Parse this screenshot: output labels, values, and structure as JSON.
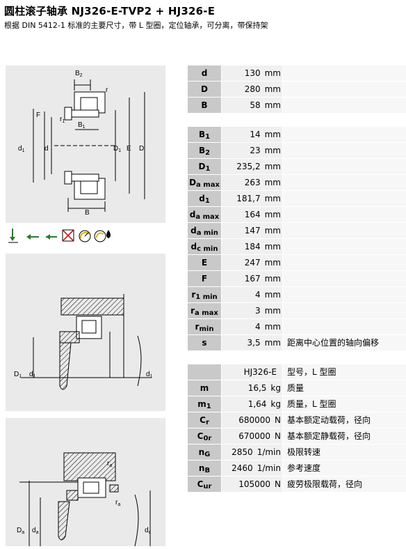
{
  "page": {
    "title": "圆柱滚子轴承 NJ326-E-TVP2 + HJ326-E",
    "subtitle": "根据 DIN 5412-1 标准的主要尺寸，带 L 型圈，定位轴承，可分离，带保持架"
  },
  "figure1": {
    "labels": {
      "B2": "B",
      "B2sub": "2",
      "r": "r",
      "r1": "r",
      "r1sub": "1",
      "B1": "B",
      "B1sub": "1",
      "F": "F",
      "d1": "d",
      "d1sub": "1",
      "d": "d",
      "D1": "D",
      "D1sub": "1",
      "E": "E",
      "D": "D",
      "B": "B",
      "r_right": "r"
    }
  },
  "icons": [
    "radial-load-icon",
    "axial-load-left-icon",
    "axial-load-right-icon",
    "no-tilt-icon",
    "speed-icon",
    "lubrication-icon"
  ],
  "figure2": {
    "labels": {
      "D1": "D",
      "D1sub": "1",
      "d1": "d",
      "d1sub": "1",
      "d1r": "d",
      "d1rsub": "1"
    }
  },
  "figure3": {
    "labels": {
      "ra1": "r",
      "ra1sub": "a",
      "ra2": "r",
      "ra2sub": "a",
      "Da": "D",
      "Dasub": "a",
      "da": "d",
      "dasub": "a",
      "dc": "d",
      "dcsub": "c"
    }
  },
  "dims1": [
    {
      "sym": "d",
      "sub": "",
      "val": "130",
      "unit": "mm",
      "desc": ""
    },
    {
      "sym": "D",
      "sub": "",
      "val": "280",
      "unit": "mm",
      "desc": ""
    },
    {
      "sym": "B",
      "sub": "",
      "val": "58",
      "unit": "mm",
      "desc": ""
    }
  ],
  "dims2": [
    {
      "sym": "B",
      "sub": "1",
      "val": "14",
      "unit": "mm",
      "desc": ""
    },
    {
      "sym": "B",
      "sub": "2",
      "val": "23",
      "unit": "mm",
      "desc": ""
    },
    {
      "sym": "D",
      "sub": "1",
      "val": "235,2",
      "unit": "mm",
      "desc": ""
    },
    {
      "sym": "D",
      "sub": "a max",
      "val": "263",
      "unit": "mm",
      "desc": ""
    },
    {
      "sym": "d",
      "sub": "1",
      "val": "181,7",
      "unit": "mm",
      "desc": ""
    },
    {
      "sym": "d",
      "sub": "a max",
      "val": "164",
      "unit": "mm",
      "desc": ""
    },
    {
      "sym": "d",
      "sub": "a min",
      "val": "147",
      "unit": "mm",
      "desc": ""
    },
    {
      "sym": "d",
      "sub": "c min",
      "val": "184",
      "unit": "mm",
      "desc": ""
    },
    {
      "sym": "E",
      "sub": "",
      "val": "247",
      "unit": "mm",
      "desc": ""
    },
    {
      "sym": "F",
      "sub": "",
      "val": "167",
      "unit": "mm",
      "desc": ""
    },
    {
      "sym": "r",
      "sub": "1 min",
      "val": "4",
      "unit": "mm",
      "desc": ""
    },
    {
      "sym": "r",
      "sub": "a max",
      "val": "3",
      "unit": "mm",
      "desc": ""
    },
    {
      "sym": "r",
      "sub": "min",
      "val": "4",
      "unit": "mm",
      "desc": ""
    },
    {
      "sym": "s",
      "sub": "",
      "val": "3,5",
      "unit": "mm",
      "desc": "距离中心位置的轴向偏移"
    }
  ],
  "dims3": [
    {
      "sym": "",
      "sub": "",
      "val": "HJ326-E",
      "unit": "",
      "desc": "型号，L 型圈"
    },
    {
      "sym": "m",
      "sub": "",
      "val": "16,5",
      "unit": "kg",
      "desc": "质量"
    },
    {
      "sym": "m",
      "sub": "1",
      "val": "1,64",
      "unit": "kg",
      "desc": "质量，L 型圈"
    },
    {
      "sym": "C",
      "sub": "r",
      "val": "680000",
      "unit": "N",
      "desc": "基本额定动载荷，径向"
    },
    {
      "sym": "C",
      "sub": "0r",
      "val": "670000",
      "unit": "N",
      "desc": "基本额定静载荷，径向"
    },
    {
      "sym": "n",
      "sub": "G",
      "val": "2850",
      "unit": "1/min",
      "desc": "极限转速"
    },
    {
      "sym": "n",
      "sub": "B",
      "val": "2460",
      "unit": "1/min",
      "desc": "参考速度"
    },
    {
      "sym": "C",
      "sub": "ur",
      "val": "105000",
      "unit": "N",
      "desc": "疲劳极限载荷，径向"
    }
  ]
}
